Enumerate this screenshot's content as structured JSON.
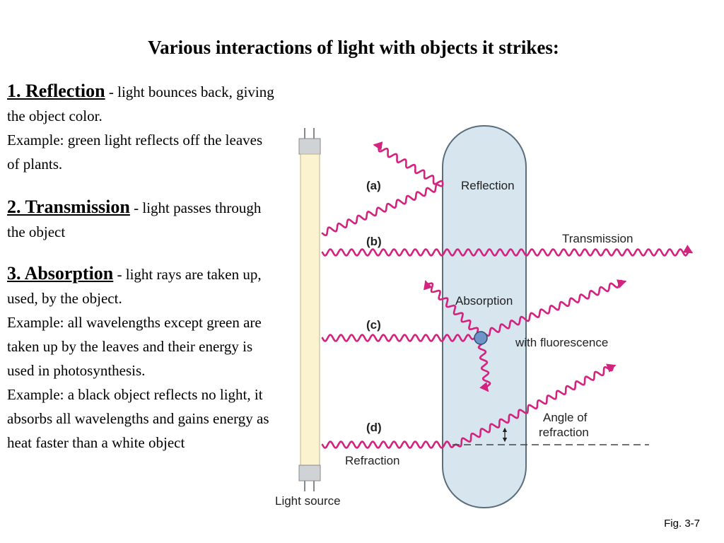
{
  "title": "Various interactions of light with objects it strikes:",
  "items": [
    {
      "heading": "1. Reflection",
      "body": "- light bounces back, giving the object color.",
      "example": "Example:  green light reflects off the leaves of plants."
    },
    {
      "heading": "2. Transmission",
      "body": "- light passes through the object"
    },
    {
      "heading": "3. Absorption",
      "body": "- light rays are taken up, used, by the object.",
      "example": "Example:  all wavelengths except green are taken up by the leaves and their energy is used in photosynthesis.",
      "example2": "Example:  a black object reflects no light, it absorbs all wavelengths and gains energy as heat faster than a white object"
    }
  ],
  "diagram": {
    "markers": [
      "(a)",
      "(b)",
      "(c)",
      "(d)"
    ],
    "labels": {
      "reflection": "Reflection",
      "transmission": "Transmission",
      "absorption": "Absorption",
      "fluorescence": "with fluorescence",
      "angle_line1": "Angle of",
      "angle_line2": "refraction",
      "refraction": "Refraction",
      "light_source": "Light source"
    },
    "colors": {
      "wave": "#d4237f",
      "object_fill": "#d7e5ef",
      "object_stroke": "#5a6e7e",
      "tube_fill": "#fbf3cf",
      "absorber": "#6f95c8"
    }
  },
  "figure_caption": "Fig. 3-7"
}
